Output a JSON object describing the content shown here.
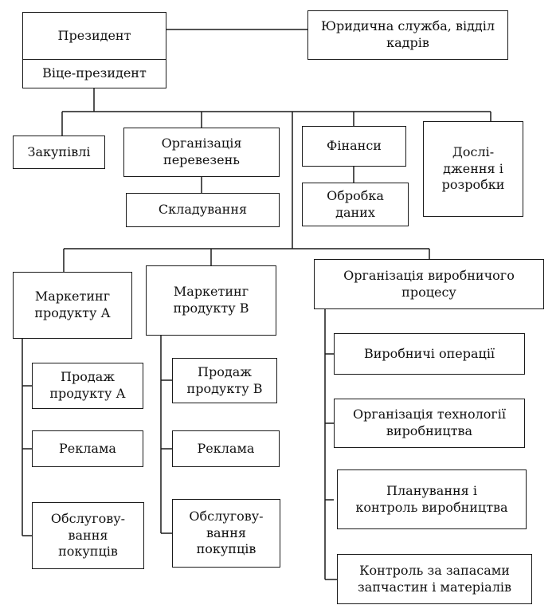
{
  "chart": {
    "president": "Президент",
    "legal_hr": "Юридична служба, відділ\nкадрів",
    "vice_president": "Віце-президент",
    "procurement": "Закупівлі",
    "transport": "Організація\nперевезень",
    "warehousing": "Складування",
    "finance": "Фінанси",
    "data_processing": "Обробка\nданих",
    "rnd": "Дослі-\nдження і\nрозробки",
    "marketing_a": "Маркетинг\nпродукту А",
    "marketing_b": "Маркетинг\nпродукту В",
    "production_org": "Організація виробничого\nпроцесу",
    "sales_a": "Продаж\nпродукту А",
    "ads_a": "Реклама",
    "service_a": "Обслугову-\nвання\nпокупців",
    "sales_b": "Продаж\nпродукту В",
    "ads_b": "Реклама",
    "service_b": "Обслугову-\nвання\nпокупців",
    "prod_ops": "Виробничі операції",
    "tech_org": "Організація технології\nвиробництва",
    "planning": "Планування і\nконтроль виробництва",
    "inventory": "Контроль за запасами\nзапчастин і матеріалів"
  }
}
